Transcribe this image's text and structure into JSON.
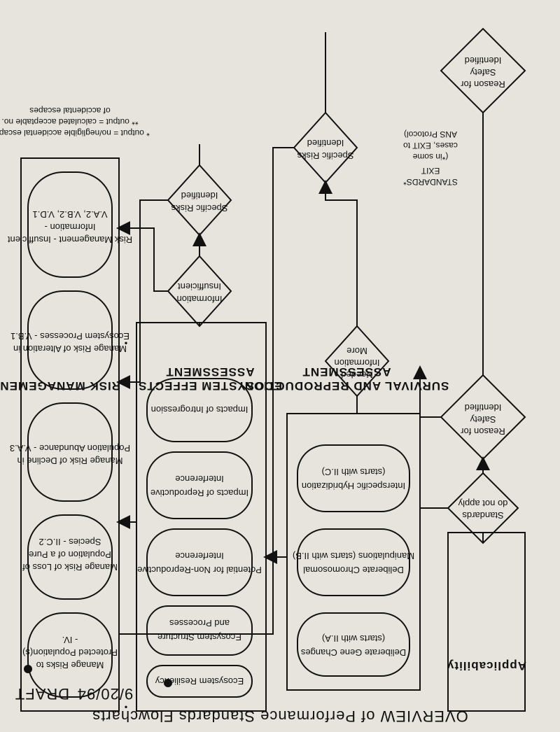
{
  "page": {
    "title": "OVERVIEW of Performance Standards Flowcharts",
    "date": "9/20/94",
    "stamp": "DRAFT",
    "bullet_marks": [
      "•",
      "•"
    ]
  },
  "applicability": {
    "header": "Applicability",
    "decision_apply": [
      "Standards",
      "do not apply"
    ],
    "decision_safety": [
      "Identified",
      "Safety",
      "Reason for"
    ],
    "exit": [
      "STANDARDS*",
      "EXIT",
      "(*in some",
      "cases, EXIT to",
      "ANS Protocol)"
    ]
  },
  "survival": {
    "header": [
      "SURVIVAL AND REPRODUCTION",
      "ASSESSMENT"
    ],
    "items": [
      [
        "Deliberate Gene Changes",
        "(starts with II.A)"
      ],
      [
        "Deliberate Chromosomal",
        "Manipulations (starts with II.B)"
      ],
      [
        "Interspecific Hybridization",
        "(starts with II.C)"
      ]
    ],
    "decision_more": [
      "More",
      "Information",
      "Needed"
    ],
    "decision_specific": [
      "Identified",
      "Specific Risks"
    ]
  },
  "ecosystem": {
    "header": [
      "ECOSYSTEM EFFECTS",
      "ASSESSMENT"
    ],
    "items": [
      [
        "Ecosystem Resiliency"
      ],
      [
        "Ecosystem Structure",
        "and Processes"
      ],
      [
        "Potential for Non-Reproductive",
        "Interference"
      ],
      [
        "Impacts of Reproductive",
        "Interference"
      ],
      [
        "Impacts of Introgression"
      ]
    ],
    "decision_insufficient": [
      "Insufficient",
      "Information"
    ],
    "decision_specific": [
      "Identified",
      "Specific Risks"
    ]
  },
  "risk": {
    "header": "RISK MANAGEMENT",
    "items": [
      [
        "Manage Risks to",
        "Protected Population(s)",
        "- IV."
      ],
      [
        "Manage Risk of Loss of",
        "Population of a Pure",
        "Species - II.C.2"
      ],
      [
        "Manage Risk of Decline in",
        "Population Abundance - V.A.3"
      ],
      [
        "Manage Risk of Alteration in",
        "Ecosystem Processes - V.B.1"
      ],
      [
        "Risk Management - Insufficient",
        "Information -",
        "V.A.2, V.B.2, V.D.1"
      ]
    ],
    "footnote": [
      "* output = no/negligible accidental escapes",
      "of accidental escapes",
      "** output = calculated acceptable no."
    ]
  }
}
